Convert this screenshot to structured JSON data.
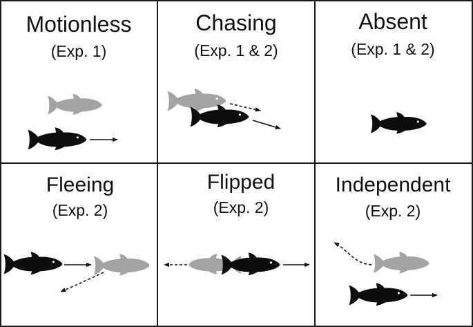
{
  "colors": {
    "border": "#1a1a1a",
    "fish_black": "#0d0d0d",
    "fish_gray": "#a3a3a3",
    "arrow": "#111111",
    "text": "#111111"
  },
  "panels": [
    {
      "title": "Motionless",
      "subtitle": "(Exp. 1)"
    },
    {
      "title": "Chasing",
      "subtitle": "(Exp. 1 & 2)"
    },
    {
      "title": "Absent",
      "subtitle": "(Exp. 1 & 2)"
    },
    {
      "title": "Fleeing",
      "subtitle": "(Exp. 2)"
    },
    {
      "title": "Flipped",
      "subtitle": "(Exp. 2)"
    },
    {
      "title": "Independent",
      "subtitle": "(Exp. 2)"
    }
  ]
}
